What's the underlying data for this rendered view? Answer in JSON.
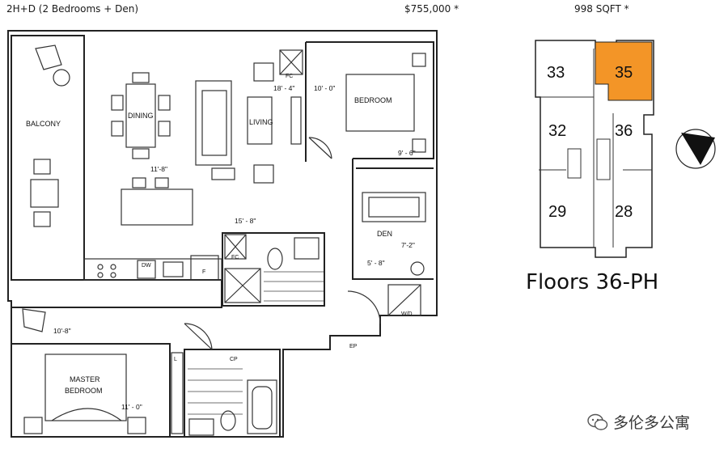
{
  "header": {
    "unit_type": "2H+D (2 Bedrooms + Den)",
    "price": "$755,000 *",
    "area": "998 SQFT *"
  },
  "rooms": {
    "balcony": "BALCONY",
    "dining": "DINING",
    "living": "LIVING",
    "bedroom": "BEDROOM",
    "den": "DEN",
    "master_line1": "MASTER",
    "master_line2": "BEDROOM"
  },
  "dimensions": {
    "living_w": "18' - 4\"",
    "bedroom_w": "10' - 0\"",
    "bedroom_d": "9' - 6\"",
    "dining_w": "11'-8\"",
    "kitchen_w": "15' - 8\"",
    "den_w": "7'-2\"",
    "den_d": "5' - 8\"",
    "master_w": "10'-8\"",
    "master_d": "11' - 0\""
  },
  "fixtures": {
    "fc": "FC",
    "dw": "DW",
    "fridge": "F",
    "wd": "W/D",
    "ep": "EP",
    "linen": "L",
    "cp": "CP"
  },
  "keyplate": {
    "units": [
      "33",
      "35",
      "32",
      "36",
      "29",
      "28"
    ],
    "highlight_unit": "35",
    "highlight_color": "#f39527",
    "floors": "Floors 36-PH"
  },
  "compass_icon": "north-compass-icon",
  "watermark": {
    "icon": "wechat-icon",
    "text": "多伦多公寓"
  }
}
